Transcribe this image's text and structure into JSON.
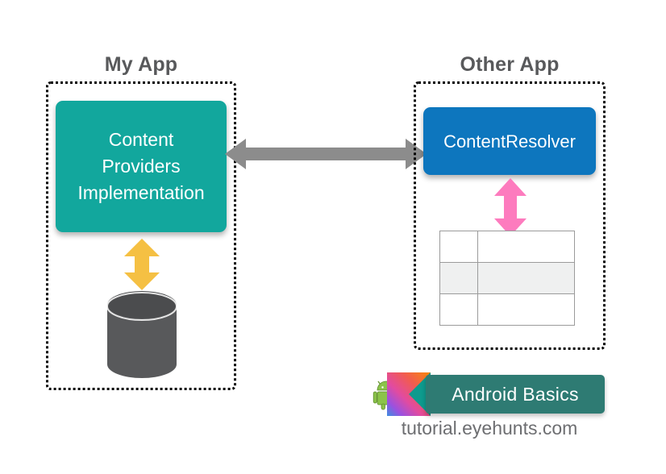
{
  "diagram": {
    "left_app": {
      "title": "My App",
      "node": {
        "label": "Content\nProviders\nImplementation",
        "color": "#12A79D"
      },
      "storage": {
        "name": "database-cylinder",
        "color": "#58595b"
      },
      "connector": {
        "name": "vertical-double-arrow",
        "color": "#F5C043"
      }
    },
    "right_app": {
      "title": "Other App",
      "node": {
        "label": "ContentResolver",
        "color": "#0D76BE"
      },
      "table": {
        "rows": 3,
        "cols": 2,
        "shaded_row_index": 1,
        "border_color": "#9b9b9b",
        "shade_color": "#eff0f0",
        "cells": [
          [
            "",
            ""
          ],
          [
            "",
            ""
          ],
          [
            "",
            ""
          ]
        ]
      },
      "connector": {
        "name": "vertical-double-arrow",
        "color": "#FD7BBE"
      }
    },
    "cross_app_connector": {
      "name": "horizontal-double-arrow",
      "color": "#8c8c8c"
    }
  },
  "branding": {
    "robot_icon": "android-robot-icon",
    "kotlin_icon": "kotlin-k-logo-icon",
    "banner_label": "Android Basics",
    "banner_color": "#2E7B73",
    "url": "tutorial.eyehunts.com"
  }
}
